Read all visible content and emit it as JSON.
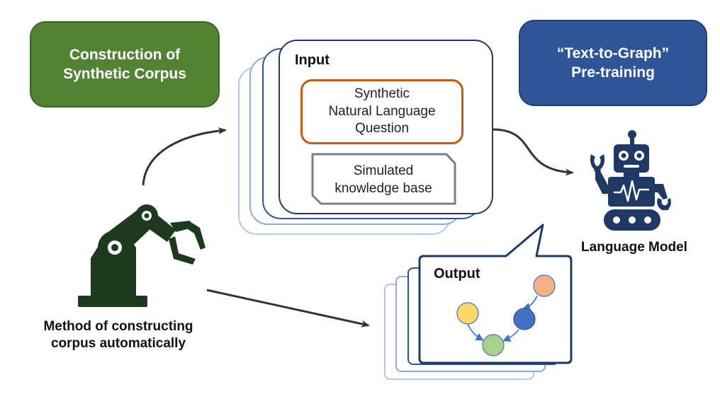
{
  "construction_box": {
    "text": "Construction of\nSynthetic Corpus"
  },
  "pretraining_box": {
    "text": "“Text-to-Graph”\nPre-training"
  },
  "input_panel": {
    "title": "Input",
    "question_text": "Synthetic\nNatural Language\nQuestion",
    "kb_text": "Simulated\nknowledge base"
  },
  "output_panel": {
    "title": "Output"
  },
  "robot": {
    "label": "Language Model",
    "icon": "robot-icon"
  },
  "robot_arm": {
    "label": "Method of constructing\ncorpus automatically",
    "icon": "robotic-arm-icon"
  },
  "colors": {
    "green": "#548235",
    "navy": "#2f5597",
    "dark_navy": "#1f3864",
    "orange": "#c55a11",
    "graph_orange": "#f4b183",
    "graph_yellow": "#ffd966",
    "graph_blue": "#4472c4",
    "graph_green": "#a9d18e"
  }
}
